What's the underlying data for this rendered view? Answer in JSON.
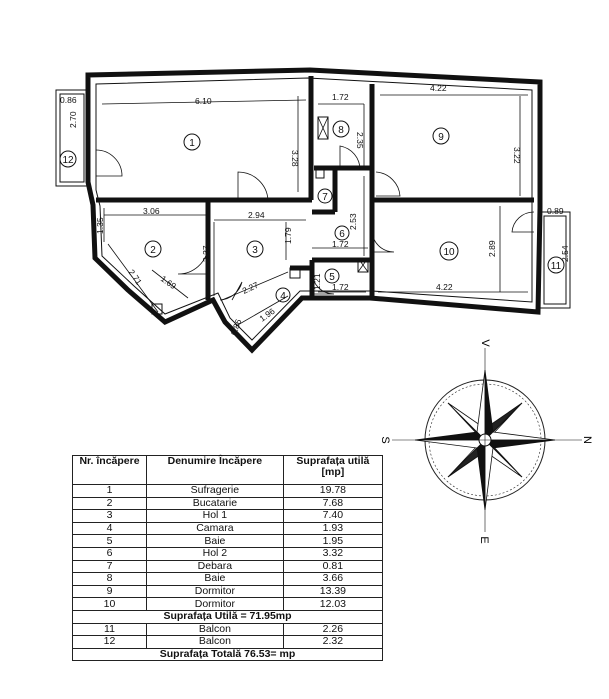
{
  "plan": {
    "dims": {
      "d_610": "6.10",
      "d_328": "3.28",
      "d_086": "0.86",
      "d_270": "2.70",
      "d_172a": "1.72",
      "d_235": "2.35",
      "d_422a": "4.22",
      "d_322": "3.22",
      "d_306": "3.06",
      "d_294": "2.94",
      "d_135": "1.35",
      "d_237": "2.37",
      "d_179": "1.79",
      "d_253": "2.53",
      "d_172b": "1.72",
      "d_289": "2.89",
      "d_089": "0.89",
      "d_254": "2.54",
      "d_271": "2.71",
      "d_169": "1.69",
      "d_227": "2.27",
      "d_196": "1.96",
      "d_086b": "0.86",
      "d_121": "1.21",
      "d_172c": "1.72",
      "d_422b": "4.22"
    },
    "rooms": [
      "1",
      "2",
      "3",
      "4",
      "5",
      "6",
      "7",
      "8",
      "9",
      "10",
      "11",
      "12"
    ]
  },
  "compass": {
    "n": "N",
    "s": "S",
    "e": "E",
    "v": "V"
  },
  "table": {
    "headers": {
      "nr": "Nr. încăpere",
      "den": "Denumire Încăpere",
      "sup": "Suprafața utilă [mp]"
    },
    "rows": [
      {
        "nr": "1",
        "name": "Sufragerie",
        "area": "19.78"
      },
      {
        "nr": "2",
        "name": "Bucatarie",
        "area": "7.68"
      },
      {
        "nr": "3",
        "name": "Hol 1",
        "area": "7.40"
      },
      {
        "nr": "4",
        "name": "Camara",
        "area": "1.93"
      },
      {
        "nr": "5",
        "name": "Baie",
        "area": "1.95"
      },
      {
        "nr": "6",
        "name": "Hol 2",
        "area": "3.32"
      },
      {
        "nr": "7",
        "name": "Debara",
        "area": "0.81"
      },
      {
        "nr": "8",
        "name": "Baie",
        "area": "3.66"
      },
      {
        "nr": "9",
        "name": "Dormitor",
        "area": "13.39"
      },
      {
        "nr": "10",
        "name": "Dormitor",
        "area": "12.03"
      }
    ],
    "util_total": "Suprafața Utilă = 71.95mp",
    "balcony_rows": [
      {
        "nr": "11",
        "name": "Balcon",
        "area": "2.26"
      },
      {
        "nr": "12",
        "name": "Balcon",
        "area": "2.32"
      }
    ],
    "total": "Suprafața Totală 76.53= mp"
  }
}
